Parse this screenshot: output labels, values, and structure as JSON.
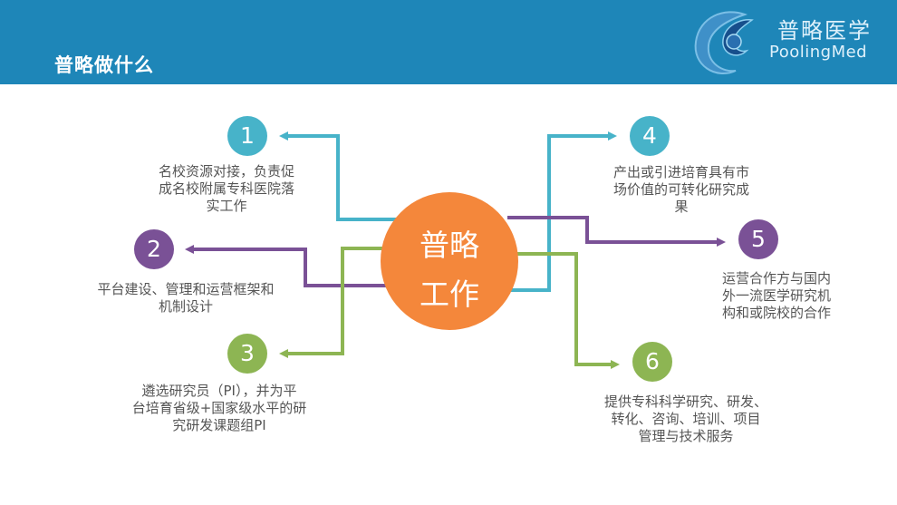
{
  "header": {
    "title": "普略做什么",
    "brand_cn": "普略医学",
    "brand_en": "PoolingMed"
  },
  "center": {
    "line1": "普略",
    "line2": "工作"
  },
  "items": [
    {
      "num": "1",
      "color": "#47b3c9",
      "lines": [
        "名校资源对接，负责促",
        "成名校附属专科医院落",
        "实工作"
      ]
    },
    {
      "num": "2",
      "color": "#7a5196",
      "lines": [
        "平台建设、管理和运营框架和",
        "机制设计"
      ]
    },
    {
      "num": "3",
      "color": "#8db553",
      "lines": [
        "遴选研究员（PI），并为平",
        "台培育省级+国家级水平的研",
        "究研发课题组PI"
      ]
    },
    {
      "num": "4",
      "color": "#47b3c9",
      "lines": [
        "产出或引进培育具有市",
        "场价值的可转化研究成",
        "果"
      ]
    },
    {
      "num": "5",
      "color": "#7a5196",
      "lines": [
        "运营合作方与国内",
        "外一流医学研究机",
        "构和或院校的合作"
      ]
    },
    {
      "num": "6",
      "color": "#8db553",
      "lines": [
        "提供专科科学研究、研发、",
        "转化、咨询、培训、项目",
        "管理与技术服务"
      ]
    }
  ]
}
